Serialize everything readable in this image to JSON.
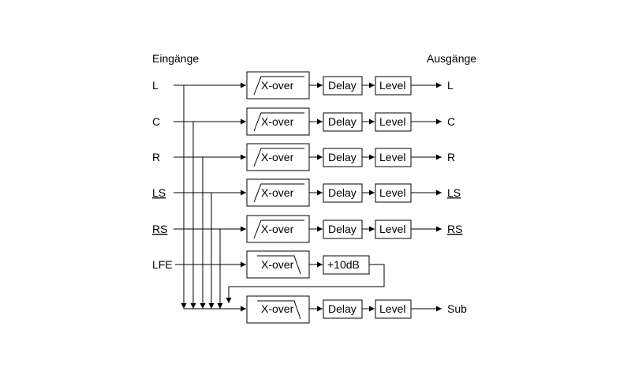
{
  "headers": {
    "inputs": "Eingänge",
    "outputs": "Ausgänge"
  },
  "blocks": {
    "xover": "X-over",
    "delay": "Delay",
    "level": "Level",
    "boost": "+10dB"
  },
  "channels": [
    {
      "input": "L",
      "output": "L"
    },
    {
      "input": "C",
      "output": "C"
    },
    {
      "input": "R",
      "output": "R"
    },
    {
      "input": "LS",
      "output": "LS"
    },
    {
      "input": "RS",
      "output": "RS"
    },
    {
      "input": "LFE",
      "output": ""
    }
  ],
  "sub": {
    "output": "Sub"
  }
}
